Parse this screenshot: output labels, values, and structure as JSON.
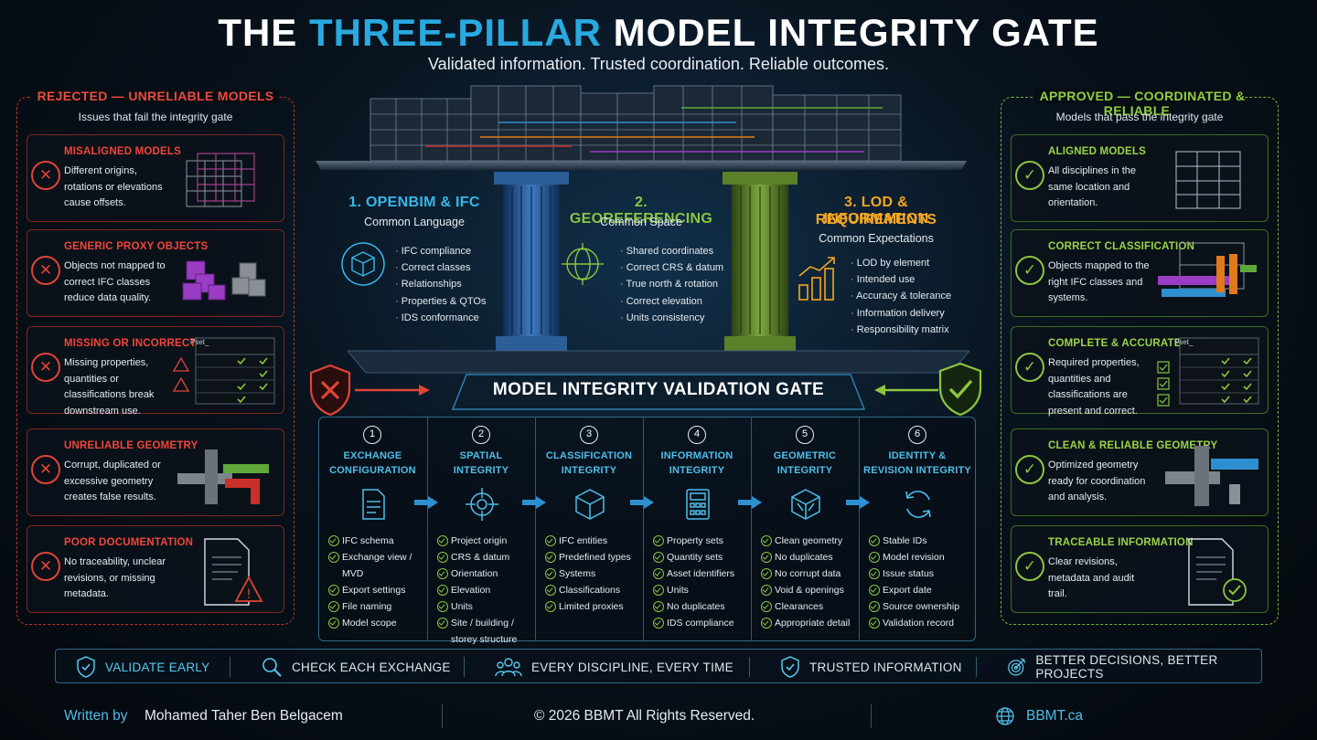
{
  "header": {
    "title_pre": "THE ",
    "title_hl": "THREE-PILLAR",
    "title_post": " MODEL INTEGRITY GATE",
    "subtitle": "Validated information. Trusted coordination. Reliable outcomes."
  },
  "rejected": {
    "heading": "REJECTED — UNRELIABLE MODELS",
    "sub": "Issues that fail the integrity gate",
    "cards": [
      {
        "title": "MISALIGNED MODELS",
        "desc": "Different origins, rotations or elevations cause offsets."
      },
      {
        "title": "GENERIC PROXY OBJECTS",
        "desc": "Objects not mapped to correct IFC classes reduce data quality."
      },
      {
        "title": "MISSING OR INCORRECT DATA",
        "desc": "Missing properties, quantities or classifications break downstream use.",
        "pset": "Pset_"
      },
      {
        "title": "UNRELIABLE GEOMETRY",
        "desc": "Corrupt, duplicated or excessive geometry creates false results."
      },
      {
        "title": "POOR DOCUMENTATION",
        "desc": "No traceability, unclear revisions, or missing metadata."
      }
    ]
  },
  "approved": {
    "heading": "APPROVED — COORDINATED & RELIABLE",
    "sub": "Models that pass the integrity gate",
    "cards": [
      {
        "title": "ALIGNED MODELS",
        "desc": "All disciplines in the same location and orientation."
      },
      {
        "title": "CORRECT CLASSIFICATION",
        "desc": "Objects mapped to the right IFC classes and systems."
      },
      {
        "title": "COMPLETE & ACCURATE DATA",
        "desc": "Required properties, quantities and classifications are present and correct.",
        "pset": "Pset_"
      },
      {
        "title": "CLEAN & RELIABLE GEOMETRY",
        "desc": "Optimized geometry ready for coordination and analysis."
      },
      {
        "title": "TRACEABLE INFORMATION",
        "desc": "Clear revisions, metadata and audit trail."
      }
    ]
  },
  "pillars": [
    {
      "title": "1. OPENBIM & IFC",
      "sub": "Common Language",
      "items": [
        "IFC compliance",
        "Correct classes",
        "Relationships",
        "Properties & QTOs",
        "IDS conformance"
      ],
      "color": "#39b6e8"
    },
    {
      "title": "2. GEOREFERENCING",
      "sub": "Common Space",
      "items": [
        "Shared coordinates",
        "Correct CRS & datum",
        "True north & rotation",
        "Correct elevation",
        "Units consistency"
      ],
      "color": "#8cc63f"
    },
    {
      "title_line1": "3. LOD & INFORMATION",
      "title_line2": "REQUIREMENTS",
      "sub": "Common Expectations",
      "items": [
        "LOD by element",
        "Intended use",
        "Accuracy & tolerance",
        "Information delivery",
        "Responsibility matrix"
      ],
      "color": "#f5a623"
    }
  ],
  "gate": {
    "label": "MODEL INTEGRITY VALIDATION GATE"
  },
  "steps": [
    {
      "num": "1",
      "l1": "EXCHANGE",
      "l2": "CONFIGURATION",
      "icon": "document-icon",
      "items": [
        "IFC schema",
        "Exchange view / MVD",
        "Export settings",
        "File naming",
        "Model scope"
      ]
    },
    {
      "num": "2",
      "l1": "SPATIAL",
      "l2": "INTEGRITY",
      "icon": "crosshair-icon",
      "items": [
        "Project origin",
        "CRS & datum",
        "Orientation",
        "Elevation",
        "Units",
        "Site / building / storey structure"
      ]
    },
    {
      "num": "3",
      "l1": "CLASSIFICATION",
      "l2": "INTEGRITY",
      "icon": "cube-icon",
      "items": [
        "IFC entities",
        "Predefined types",
        "Systems",
        "Classifications",
        "Limited proxies"
      ]
    },
    {
      "num": "4",
      "l1": "INFORMATION",
      "l2": "INTEGRITY",
      "icon": "calculator-icon",
      "items": [
        "Property sets",
        "Quantity sets",
        "Asset identifiers",
        "Units",
        "No duplicates",
        "IDS compliance"
      ]
    },
    {
      "num": "5",
      "l1": "GEOMETRIC",
      "l2": "INTEGRITY",
      "icon": "geometry-cube-icon",
      "items": [
        "Clean geometry",
        "No duplicates",
        "No corrupt data",
        "Void & openings",
        "Clearances",
        "Appropriate detail"
      ]
    },
    {
      "num": "6",
      "l1": "IDENTITY &",
      "l2": "REVISION INTEGRITY",
      "icon": "refresh-icon",
      "items": [
        "Stable IDs",
        "Model revision",
        "Issue status",
        "Export date",
        "Source ownership",
        "Validation record"
      ]
    }
  ],
  "bottom": [
    "VALIDATE EARLY",
    "CHECK EACH EXCHANGE",
    "EVERY DISCIPLINE, EVERY TIME",
    "TRUSTED INFORMATION",
    "BETTER DECISIONS, BETTER PROJECTS"
  ],
  "footer": {
    "written_label": "Written by",
    "author": "Mohamed Taher Ben Belgacem",
    "copyright": "© 2026 BBMT All Rights Reserved.",
    "site": "BBMT.ca"
  },
  "colors": {
    "blue": "#29a9e0",
    "green": "#8cc63f",
    "red": "#e04436",
    "orange": "#f5a623"
  }
}
